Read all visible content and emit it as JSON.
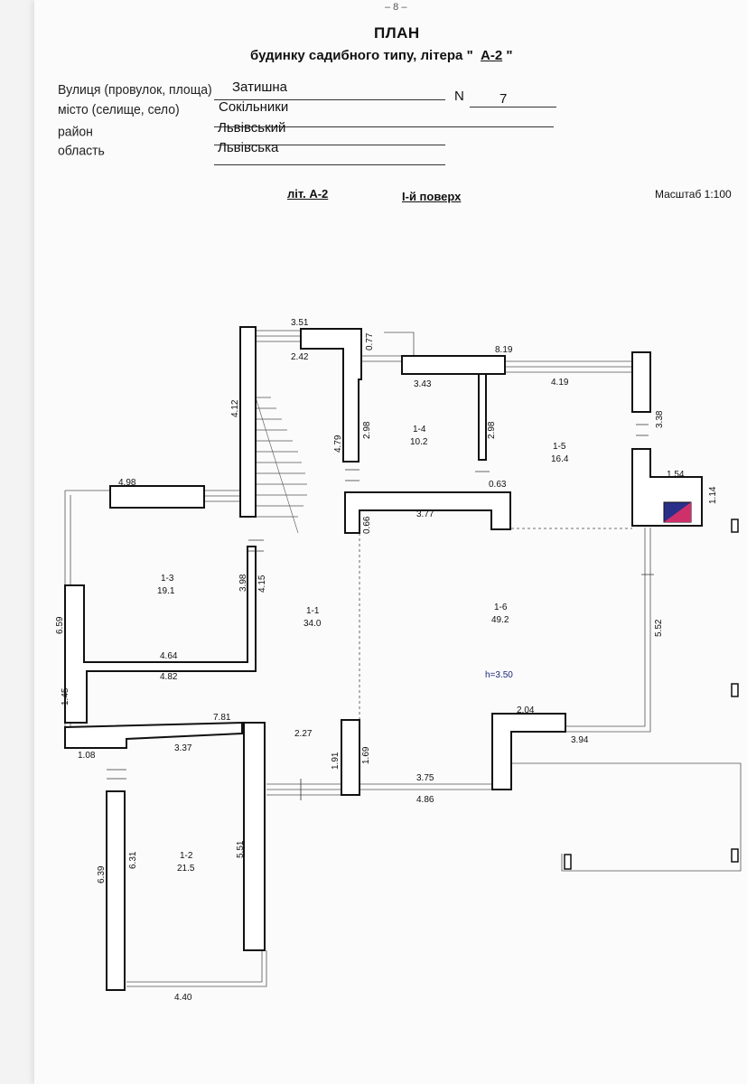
{
  "header": {
    "page_mark": "– 8 –",
    "title": "ПЛАН",
    "subtitle_prefix": "будинку садибного типу, літера \"",
    "litera": "А-2",
    "subtitle_suffix": "\""
  },
  "address": {
    "street_label": "Вулиця (провулок, площа)",
    "street_value": "Затишна",
    "number_label": "N",
    "number_value": "7",
    "city_label": "місто (селище, село)",
    "city_value": "Сокільники",
    "district_label": "район",
    "district_value": "Львівський",
    "region_label": "область",
    "region_value": "Львівська"
  },
  "plan": {
    "litera_label": "літ. А-2",
    "floor_label": "І-й поверх",
    "scale_label": "Масштаб 1:100",
    "height_label": "h=3.50"
  },
  "rooms": [
    {
      "id": "1-1",
      "area": "34.0"
    },
    {
      "id": "1-2",
      "area": "21.5"
    },
    {
      "id": "1-3",
      "area": "19.1"
    },
    {
      "id": "1-4",
      "area": "10.2"
    },
    {
      "id": "1-5",
      "area": "16.4"
    },
    {
      "id": "1-6",
      "area": "49.2"
    }
  ],
  "dimensions": [
    "3.51",
    "2.42",
    "0.77",
    "8.19",
    "3.43",
    "4.19",
    "4.12",
    "2.98",
    "4.79",
    "2.98",
    "3.38",
    "4.98",
    "0.63",
    "1.54",
    "1.14",
    "0.66",
    "3.77",
    "3.98",
    "4.15",
    "6.59",
    "5.52",
    "4.64",
    "4.82",
    "1.45",
    "2.04",
    "7.81",
    "2.27",
    "3.94",
    "1.08",
    "3.37",
    "1.91",
    "1.69",
    "3.75",
    "4.86",
    "6.39",
    "6.31",
    "5.51",
    "4.40"
  ]
}
